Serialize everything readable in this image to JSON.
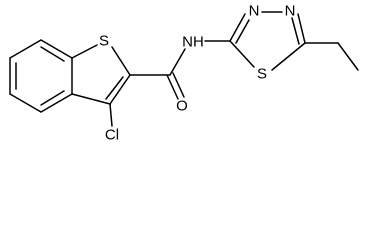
{
  "molecule": {
    "atoms": {
      "s1": "S",
      "nh": "NH",
      "o": "O",
      "cl": "Cl",
      "n1": "N",
      "n2": "N",
      "s2": "S"
    }
  },
  "colors": {
    "bond": "#000000",
    "label": "#000000",
    "background": "#ffffff"
  }
}
